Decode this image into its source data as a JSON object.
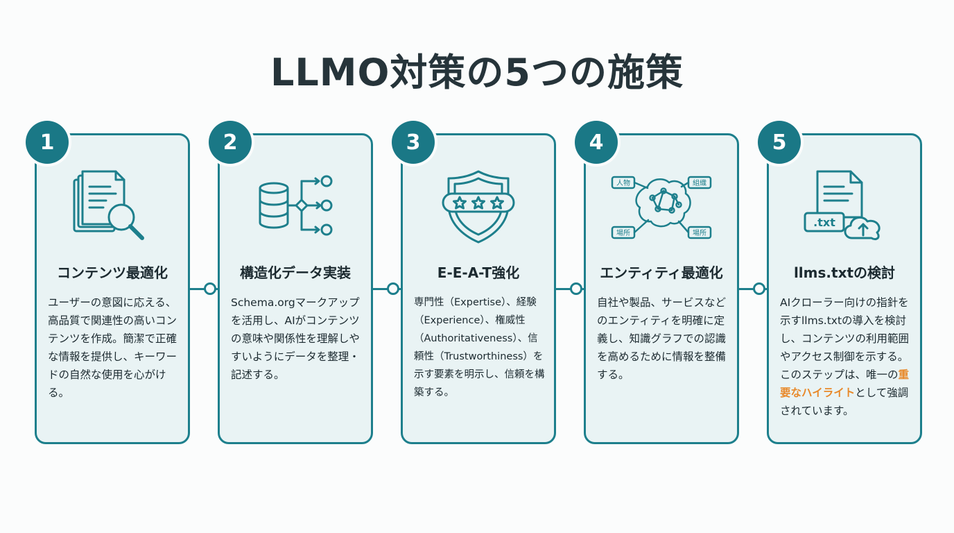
{
  "title": "LLMO対策の5つの施策",
  "steps": [
    {
      "number": "1",
      "title": "コンテンツ最適化",
      "body": "ユーザーの意図に応える、高品質で関連性の高いコンテンツを作成。簡潔で正確な情報を提供し、キーワードの自然な使用を心がける。",
      "icon": "document-search-icon"
    },
    {
      "number": "2",
      "title": "構造化データ実装",
      "body": "Schema.orgマークアップを活用し、AIがコンテンツの意味や関係性を理解しやすいようにデータを整理・記述する。",
      "icon": "database-structure-icon"
    },
    {
      "number": "3",
      "title": "E-E-A-T強化",
      "body": "専門性（Expertise）、経験（Experience）、権威性（Authoritativeness）、信頼性（Trustworthiness）を示す要素を明示し、信頼を構築する。",
      "icon": "shield-stars-icon"
    },
    {
      "number": "4",
      "title": "エンティティ最適化",
      "body": "自社や製品、サービスなどのエンティティを明確に定義し、知識グラフでの認識を高めるために情報を整備する。",
      "icon": "brain-network-icon",
      "labels": [
        "人物",
        "組織",
        "場所",
        "場所"
      ]
    },
    {
      "number": "5",
      "title": "llms.txtの検討",
      "body_pre": "AIクローラー向けの指針を示すllms.txtの導入を検討し、コンテンツの利用範囲やアクセス制御を示する。このステップは、唯一の",
      "body_highlight": "重要なハイライト",
      "body_post": "として強調されています。",
      "icon": "txt-file-upload-icon",
      "file_label": ".txt"
    }
  ],
  "colors": {
    "accent": "#1d7f8c",
    "card_bg": "#e9f3f4",
    "highlight": "#e8892a"
  }
}
